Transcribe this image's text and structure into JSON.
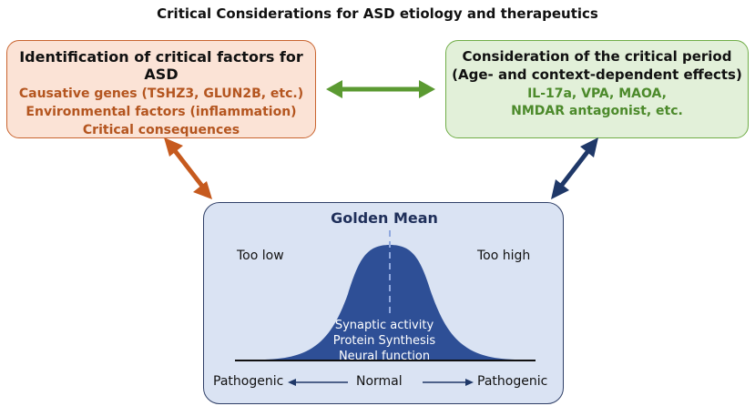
{
  "title": "Critical Considerations for ASD etiology and therapeutics",
  "left_box": {
    "heading": "Identification of critical factors for ASD",
    "lines": [
      "Causative genes (TSHZ3, GLUN2B, etc.)",
      "Environmental factors (inflammation)",
      "Critical consequences"
    ]
  },
  "right_box": {
    "heading_1": "Consideration of the critical period",
    "heading_2": "(Age- and context-dependent effects)",
    "lines": [
      "IL-17a, VPA, MAOA,",
      "NMDAR antagonist, etc."
    ]
  },
  "bottom_box": {
    "heading": "Golden Mean",
    "too_low": "Too low",
    "too_high": "Too high",
    "curve_labels": [
      "Synaptic activity",
      "Protein Synthesis",
      "Neural function"
    ],
    "axis": {
      "left": "Pathogenic",
      "center": "Normal",
      "right": "Pathogenic"
    }
  },
  "colors": {
    "orange": "#c65a1e",
    "green": "#5b9a32",
    "navy": "#1f3868",
    "curve": "#2e4f96"
  }
}
